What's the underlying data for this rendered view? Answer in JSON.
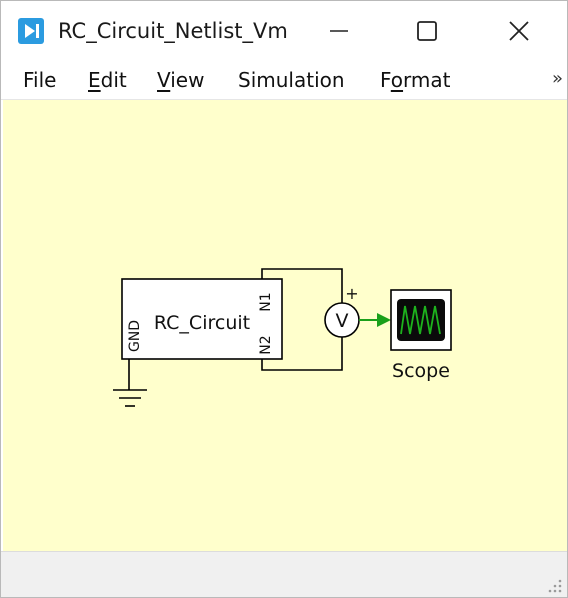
{
  "window": {
    "title": "RC_Circuit_Netlist_Vm"
  },
  "menu": {
    "file": "File",
    "edit_rest": "dit",
    "edit_key": "E",
    "view_rest": "iew",
    "view_key": "V",
    "simulation": "Simulation",
    "format_pre": "F",
    "format_key": "o",
    "format_rest": "rmat",
    "overflow": "»"
  },
  "diagram": {
    "block_name": "RC_Circuit",
    "port_n1": "N1",
    "port_n2": "N2",
    "port_gnd": "GND",
    "voltmeter_symbol": "V",
    "plus_sign": "+",
    "scope_label": "Scope"
  },
  "icons": {
    "app": "play-step-icon",
    "minimize": "minimize-icon",
    "maximize": "maximize-icon",
    "close": "close-icon",
    "grip": "resize-grip-icon"
  },
  "colors": {
    "canvas_bg": "#ffffcc",
    "app_icon": "#2b9be0",
    "signal_arrow": "#1aa01a",
    "scope_trace": "#1db31d"
  }
}
